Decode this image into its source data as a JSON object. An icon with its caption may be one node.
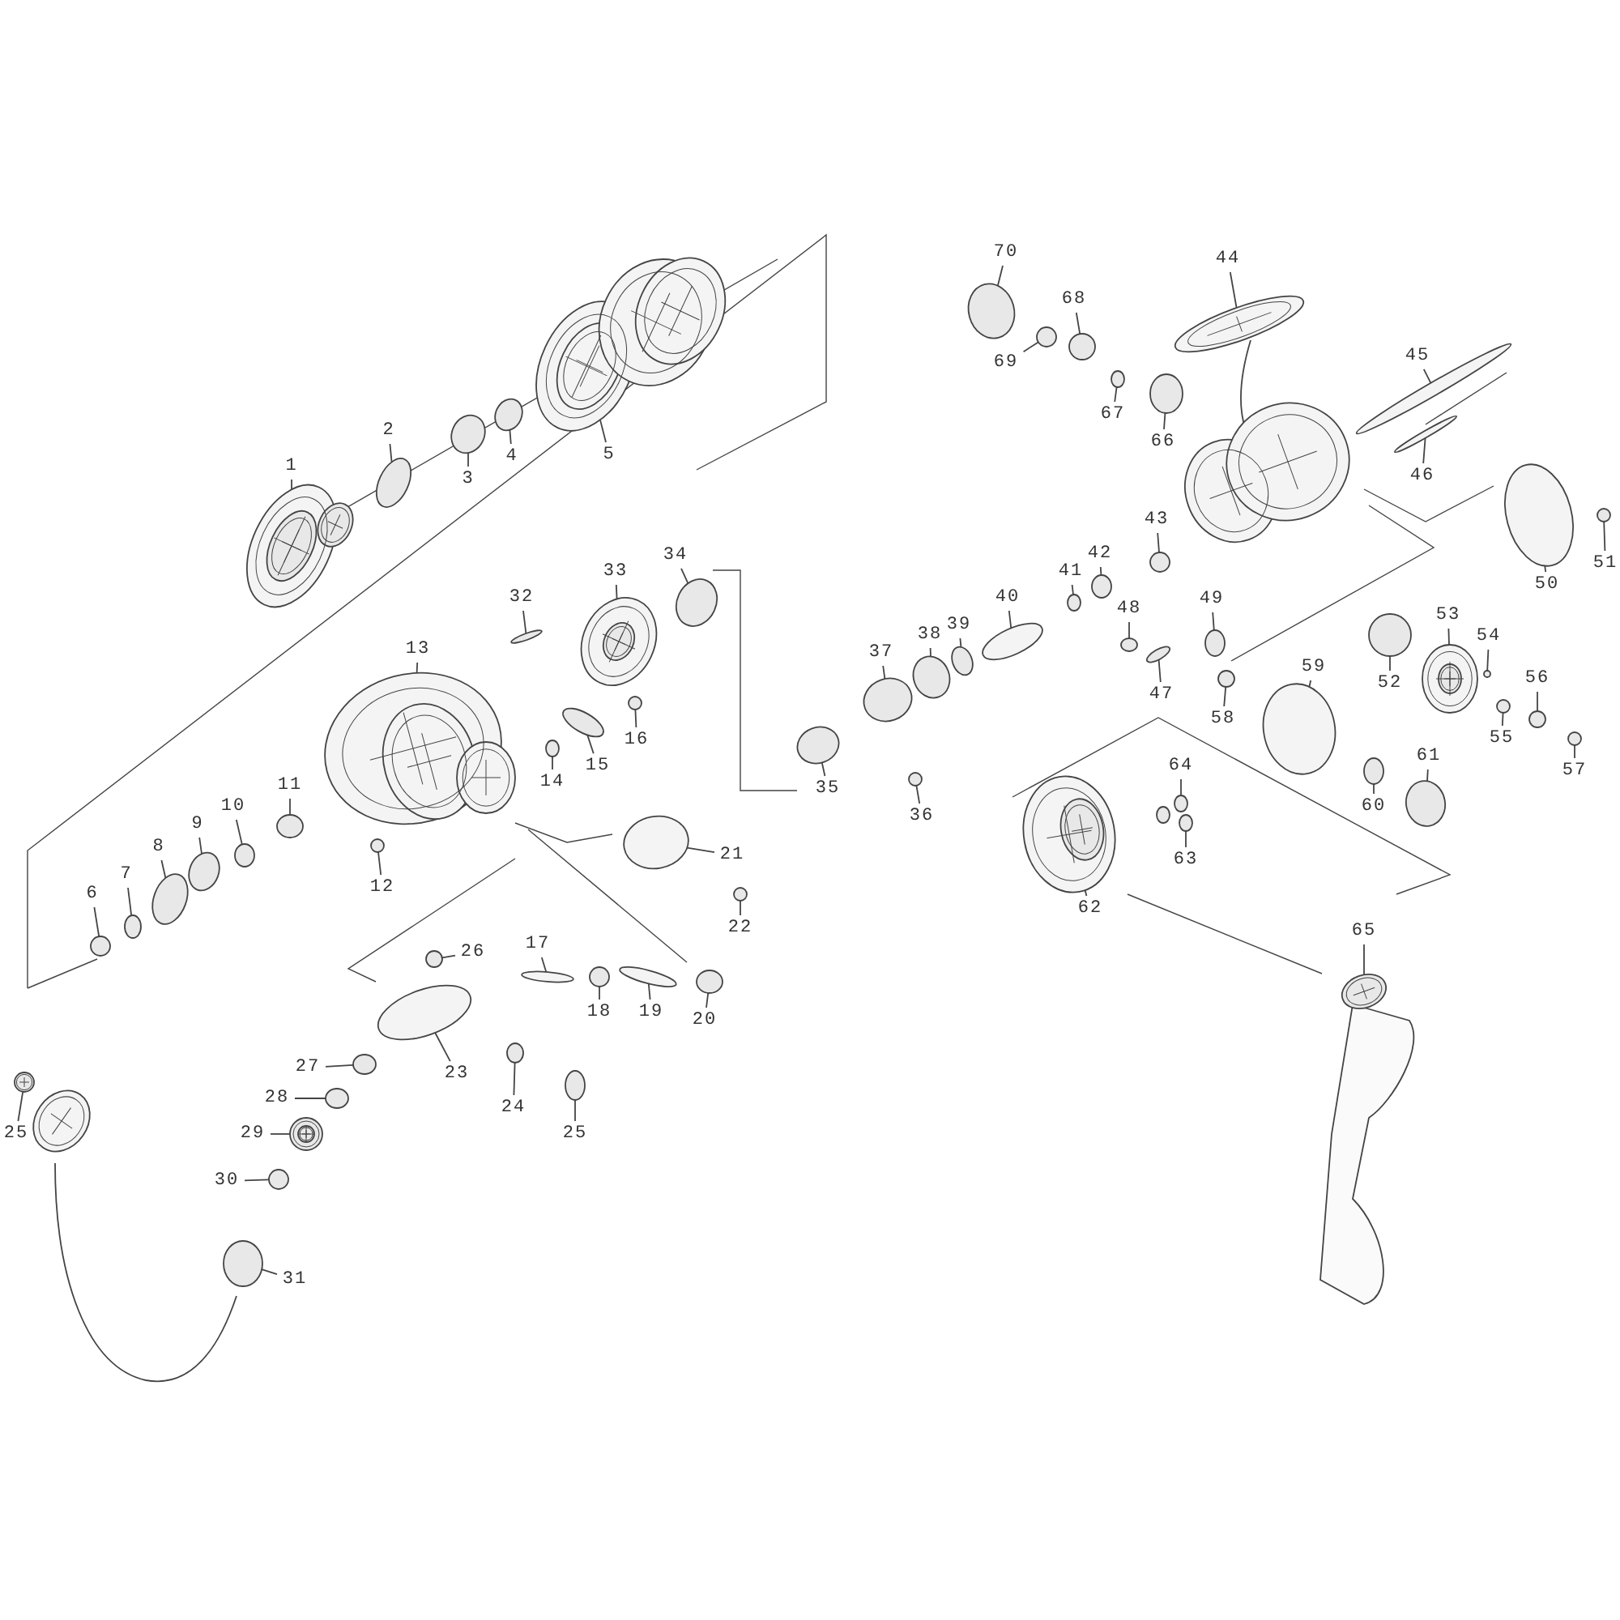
{
  "diagram": {
    "nodes": [
      {
        "text": [
          "1"
        ]
      },
      {
        "text": [
          "2"
        ]
      },
      {
        "text": [
          "3"
        ]
      },
      {
        "text": [
          "4"
        ]
      },
      {
        "text": [
          "5"
        ]
      },
      {
        "text": [
          "6"
        ]
      },
      {
        "text": [
          "7"
        ]
      },
      {
        "text": [
          "8"
        ]
      },
      {
        "text": [
          "9"
        ]
      },
      {
        "text": [
          "10"
        ]
      },
      {
        "text": [
          "11"
        ]
      },
      {
        "text": [
          "12"
        ]
      },
      {
        "text": [
          "13"
        ]
      },
      {
        "text": [
          "14"
        ]
      },
      {
        "text": [
          "15"
        ]
      },
      {
        "text": [
          "16"
        ]
      },
      {
        "text": [
          "17"
        ]
      },
      {
        "text": [
          "18"
        ]
      },
      {
        "text": [
          "19"
        ]
      },
      {
        "text": [
          "20"
        ]
      },
      {
        "text": [
          "21"
        ]
      },
      {
        "text": [
          "22"
        ]
      },
      {
        "text": [
          "23"
        ]
      },
      {
        "text": [
          "24"
        ]
      },
      {
        "text": [
          "25"
        ]
      },
      {
        "text": [
          "26"
        ]
      },
      {
        "text": [
          "27"
        ]
      },
      {
        "text": [
          "28"
        ]
      },
      {
        "text": [
          "29"
        ]
      },
      {
        "text": [
          "30"
        ]
      },
      {
        "text": [
          "31"
        ]
      },
      {
        "text": [
          "32"
        ]
      },
      {
        "text": [
          "33"
        ]
      },
      {
        "text": [
          "34"
        ]
      },
      {
        "text": [
          "35"
        ]
      },
      {
        "text": [
          "36"
        ]
      },
      {
        "text": [
          "37"
        ]
      },
      {
        "text": [
          "38"
        ]
      },
      {
        "text": [
          "39"
        ]
      },
      {
        "text": [
          "40"
        ]
      },
      {
        "text": [
          "41"
        ]
      },
      {
        "text": [
          "42"
        ]
      },
      {
        "text": [
          "43"
        ]
      },
      {
        "text": [
          "44"
        ]
      },
      {
        "text": [
          "45"
        ]
      },
      {
        "text": [
          "46"
        ]
      },
      {
        "text": [
          "47"
        ]
      },
      {
        "text": [
          "48"
        ]
      },
      {
        "text": [
          "49"
        ]
      },
      {
        "text": [
          "50"
        ]
      },
      {
        "text": [
          "51"
        ]
      },
      {
        "text": [
          "52"
        ]
      },
      {
        "text": [
          "53"
        ]
      },
      {
        "text": [
          "54"
        ]
      },
      {
        "text": [
          "55"
        ]
      },
      {
        "text": [
          "56"
        ]
      },
      {
        "text": [
          "57"
        ]
      },
      {
        "text": [
          "58"
        ]
      },
      {
        "text": [
          "59"
        ]
      },
      {
        "text": [
          "60"
        ]
      },
      {
        "text": [
          "61"
        ]
      },
      {
        "text": [
          "62"
        ]
      },
      {
        "text": [
          "63"
        ]
      },
      {
        "text": [
          "64"
        ]
      },
      {
        "text": [
          "65"
        ]
      },
      {
        "text": [
          "66"
        ]
      },
      {
        "text": [
          "67"
        ]
      },
      {
        "text": [
          "68"
        ]
      },
      {
        "text": [
          "69"
        ]
      },
      {
        "text": [
          "70"
        ]
      },
      {
        "text": [
          "25"
        ]
      },
      {
        "text": [],
        "shape": "picture"
      },
      {
        "text": [],
        "shape": "circle"
      },
      {
        "text": [],
        "shape": "circle"
      },
      {
        "text": [],
        "shape": "circle"
      },
      {
        "text": [],
        "shape": "picture"
      },
      {
        "text": [],
        "shape": "circle"
      },
      {
        "text": [],
        "shape": "circle"
      },
      {
        "text": [],
        "shape": "circle"
      },
      {
        "text": [],
        "shape": "circle"
      },
      {
        "text": [],
        "shape": "circle"
      },
      {
        "text": [],
        "shape": "circle"
      },
      {
        "text": [],
        "shape": "circle"
      },
      {
        "text": [],
        "shape": "picture"
      },
      {
        "text": [],
        "shape": "circle"
      },
      {
        "text": [],
        "shape": "circle"
      },
      {
        "text": [],
        "shape": "circle"
      },
      {
        "text": [],
        "shape": "circle"
      },
      {
        "text": [],
        "shape": "circle"
      },
      {
        "text": [],
        "shape": "circle"
      },
      {
        "text": [],
        "shape": "circle"
      },
      {
        "text": [],
        "shape": "circle"
      },
      {
        "text": [],
        "shape": "circle"
      },
      {
        "text": [],
        "shape": "circle"
      },
      {
        "text": [],
        "shape": "circle"
      },
      {
        "text": [],
        "shape": "circle"
      },
      {
        "text": [],
        "shape": "circle"
      },
      {
        "text": [],
        "shape": "circle"
      },
      {
        "text": [],
        "shape": "circle"
      },
      {
        "text": [],
        "shape": "picture"
      },
      {
        "text": [],
        "shape": "circle"
      },
      {
        "text": [],
        "shape": "circle"
      },
      {
        "text": [],
        "shape": "circle"
      },
      {
        "text": [],
        "shape": "picture"
      },
      {
        "text": [],
        "shape": "circle"
      },
      {
        "text": [],
        "shape": "circle"
      },
      {
        "text": [],
        "shape": "circle"
      },
      {
        "text": [],
        "shape": "circle"
      },
      {
        "text": [],
        "shape": "circle"
      },
      {
        "text": [],
        "shape": "circle"
      },
      {
        "text": [],
        "shape": "circle"
      },
      {
        "text": [],
        "shape": "circle"
      },
      {
        "text": [],
        "shape": "circle"
      },
      {
        "text": [],
        "shape": "circle"
      },
      {
        "text": [],
        "shape": "picture"
      },
      {
        "text": [],
        "shape": "circle"
      },
      {
        "text": [],
        "shape": "circle"
      },
      {
        "text": [],
        "shape": "circle"
      },
      {
        "text": [],
        "shape": "circle"
      },
      {
        "text": [],
        "shape": "circle"
      },
      {
        "text": [],
        "shape": "circle"
      },
      {
        "text": [],
        "shape": "circle"
      },
      {
        "text": [],
        "shape": "circle"
      },
      {
        "text": [],
        "shape": "picture"
      },
      {
        "text": [],
        "shape": "circle"
      },
      {
        "text": [],
        "shape": "circle"
      },
      {
        "text": [],
        "shape": "circle"
      },
      {
        "text": [],
        "shape": "circle"
      },
      {
        "text": [],
        "shape": "circle"
      },
      {
        "text": [],
        "shape": "circle"
      },
      {
        "text": [],
        "shape": "circle"
      },
      {
        "text": [],
        "shape": "circle"
      },
      {
        "text": [],
        "shape": "picture"
      },
      {
        "text": [],
        "shape": "circle"
      },
      {
        "text": [],
        "shape": "circle"
      },
      {
        "text": [],
        "shape": "picture"
      },
      {
        "text": [],
        "shape": "circle"
      },
      {
        "text": [],
        "shape": "circle"
      },
      {
        "text": [],
        "shape": "circle"
      },
      {
        "text": [],
        "shape": "circle"
      },
      {
        "text": [],
        "shape": "circle"
      },
      {
        "text": [],
        "shape": "picture"
      }
    ],
    "edges": [
      {
        "from": 0,
        "to": 71,
        "arrow": "none"
      },
      {
        "from": 1,
        "to": 72,
        "arrow": "none"
      },
      {
        "from": 2,
        "to": 73,
        "arrow": "none"
      },
      {
        "from": 3,
        "to": 74,
        "arrow": "none"
      },
      {
        "from": 4,
        "to": 75,
        "arrow": "none"
      },
      {
        "from": 5,
        "to": 76,
        "arrow": "none"
      },
      {
        "from": 6,
        "to": 77,
        "arrow": "none"
      },
      {
        "from": 7,
        "to": 78,
        "arrow": "none"
      },
      {
        "from": 8,
        "to": 79,
        "arrow": "none"
      },
      {
        "from": 9,
        "to": 80,
        "arrow": "none"
      },
      {
        "from": 10,
        "to": 81,
        "arrow": "none"
      },
      {
        "from": 11,
        "to": 82,
        "arrow": "none"
      },
      {
        "from": 12,
        "to": 83,
        "arrow": "none"
      },
      {
        "from": 13,
        "to": 84,
        "arrow": "none"
      },
      {
        "from": 14,
        "to": 85,
        "arrow": "none"
      },
      {
        "from": 15,
        "to": 86,
        "arrow": "none"
      },
      {
        "from": 16,
        "to": 87,
        "arrow": "none"
      },
      {
        "from": 17,
        "to": 88,
        "arrow": "none"
      },
      {
        "from": 18,
        "to": 89,
        "arrow": "none"
      },
      {
        "from": 19,
        "to": 90,
        "arrow": "none"
      },
      {
        "from": 20,
        "to": 91,
        "arrow": "none"
      },
      {
        "from": 21,
        "to": 92,
        "arrow": "none"
      },
      {
        "from": 22,
        "to": 93,
        "arrow": "none"
      },
      {
        "from": 23,
        "to": 94,
        "arrow": "none"
      },
      {
        "from": 24,
        "to": 95,
        "arrow": "none"
      },
      {
        "from": 25,
        "to": 96,
        "arrow": "none"
      },
      {
        "from": 26,
        "to": 97,
        "arrow": "none"
      },
      {
        "from": 27,
        "to": 98,
        "arrow": "none"
      },
      {
        "from": 28,
        "to": 99,
        "arrow": "none"
      },
      {
        "from": 29,
        "to": 100,
        "arrow": "none"
      },
      {
        "from": 30,
        "to": 101,
        "arrow": "none"
      },
      {
        "from": 31,
        "to": 102,
        "arrow": "none"
      },
      {
        "from": 32,
        "to": 103,
        "arrow": "none"
      },
      {
        "from": 33,
        "to": 104,
        "arrow": "none"
      },
      {
        "from": 34,
        "to": 105,
        "arrow": "none"
      },
      {
        "from": 35,
        "to": 106,
        "arrow": "none"
      },
      {
        "from": 36,
        "to": 107,
        "arrow": "none"
      },
      {
        "from": 37,
        "to": 108,
        "arrow": "none"
      },
      {
        "from": 38,
        "to": 109,
        "arrow": "none"
      },
      {
        "from": 39,
        "to": 110,
        "arrow": "none"
      },
      {
        "from": 40,
        "to": 111,
        "arrow": "none"
      },
      {
        "from": 41,
        "to": 112,
        "arrow": "none"
      },
      {
        "from": 42,
        "to": 113,
        "arrow": "none"
      },
      {
        "from": 43,
        "to": 114,
        "arrow": "none"
      },
      {
        "from": 44,
        "to": 115,
        "arrow": "none"
      },
      {
        "from": 45,
        "to": 116,
        "arrow": "none"
      },
      {
        "from": 46,
        "to": 117,
        "arrow": "none"
      },
      {
        "from": 47,
        "to": 118,
        "arrow": "none"
      },
      {
        "from": 48,
        "to": 119,
        "arrow": "none"
      },
      {
        "from": 49,
        "to": 120,
        "arrow": "none"
      },
      {
        "from": 50,
        "to": 121,
        "arrow": "none"
      },
      {
        "from": 51,
        "to": 122,
        "arrow": "none"
      },
      {
        "from": 52,
        "to": 123,
        "arrow": "none"
      },
      {
        "from": 53,
        "to": 124,
        "arrow": "none"
      },
      {
        "from": 54,
        "to": 125,
        "arrow": "none"
      },
      {
        "from": 55,
        "to": 126,
        "arrow": "none"
      },
      {
        "from": 56,
        "to": 127,
        "arrow": "none"
      },
      {
        "from": 57,
        "to": 128,
        "arrow": "none"
      },
      {
        "from": 58,
        "to": 129,
        "arrow": "none"
      },
      {
        "from": 59,
        "to": 130,
        "arrow": "none"
      },
      {
        "from": 60,
        "to": 131,
        "arrow": "none"
      },
      {
        "from": 61,
        "to": 132,
        "arrow": "none"
      },
      {
        "from": 62,
        "to": 133,
        "arrow": "none"
      },
      {
        "from": 63,
        "to": 134,
        "arrow": "none"
      },
      {
        "from": 64,
        "to": 135,
        "arrow": "none"
      },
      {
        "from": 65,
        "to": 136,
        "arrow": "none"
      },
      {
        "from": 66,
        "to": 137,
        "arrow": "none"
      },
      {
        "from": 67,
        "to": 138,
        "arrow": "none"
      },
      {
        "from": 68,
        "to": 139,
        "arrow": "none"
      },
      {
        "from": 69,
        "to": 140,
        "arrow": "none"
      },
      {
        "from": 70,
        "to": 141,
        "arrow": "none"
      }
    ]
  }
}
